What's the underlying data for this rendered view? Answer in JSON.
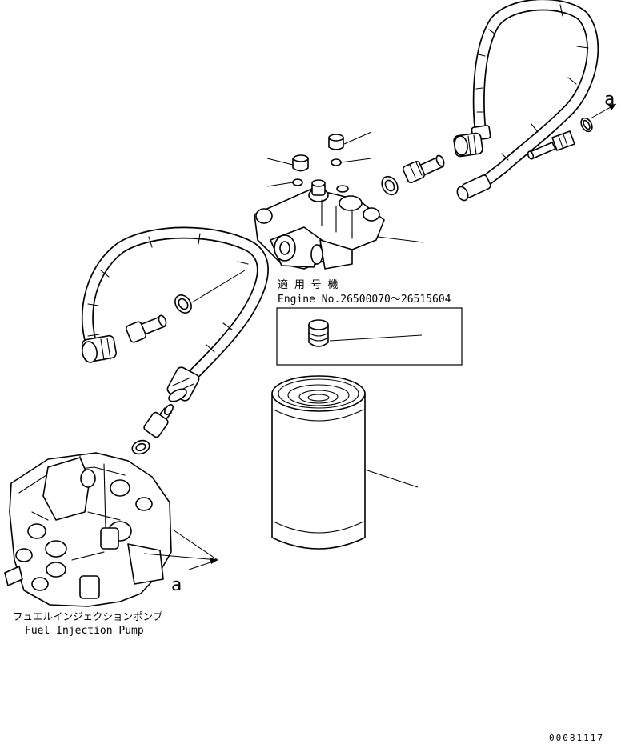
{
  "labels": {
    "applicable_jp": "適 用 号 機",
    "applicable_en": "Engine No.26500070～26515604",
    "pump_jp": "フュエルインジェクションポンプ",
    "pump_en": "Fuel Injection Pump",
    "arrow_a_right": "a",
    "arrow_a_left": "a",
    "drawing_number": "00081117"
  }
}
